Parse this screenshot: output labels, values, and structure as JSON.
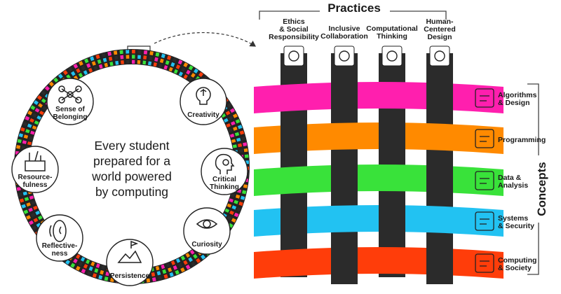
{
  "center_text": [
    "Every student",
    "prepared for a",
    "world powered",
    "by computing"
  ],
  "dispositions": [
    {
      "lines": [
        "Sense of",
        "Belonging"
      ],
      "icon": "network-people-icon"
    },
    {
      "lines": [
        "Creativity"
      ],
      "icon": "brain-bulb-icon"
    },
    {
      "lines": [
        "Critical",
        "Thinking"
      ],
      "icon": "head-gears-icon"
    },
    {
      "lines": [
        "Curiosity"
      ],
      "icon": "eye-icon"
    },
    {
      "lines": [
        "Persistence"
      ],
      "icon": "mountain-flag-icon"
    },
    {
      "lines": [
        "Reflective-",
        "ness"
      ],
      "icon": "mirror-face-icon"
    },
    {
      "lines": [
        "Resource-",
        "fulness"
      ],
      "icon": "toolbox-icon"
    }
  ],
  "practices_title": "Practices",
  "concepts_title": "Concepts",
  "practices": [
    {
      "lines": [
        "Ethics",
        "& Social",
        "Responsibility"
      ],
      "icon": "hand-heart-icon"
    },
    {
      "lines": [
        "Inclusive",
        "Collaboration"
      ],
      "icon": "handshake-icon"
    },
    {
      "lines": [
        "Computational",
        "Thinking"
      ],
      "icon": "head-circuit-icon"
    },
    {
      "lines": [
        "Human-",
        "Centered",
        "Design"
      ],
      "icon": "monitor-design-icon"
    }
  ],
  "concepts": [
    {
      "lines": [
        "Algorithms",
        "& Design"
      ],
      "color": "#ff1fae",
      "icon": "flowchart-icon"
    },
    {
      "lines": [
        "Programming"
      ],
      "color": "#ff8a00",
      "icon": "code-screen-icon"
    },
    {
      "lines": [
        "Data &",
        "Analysis"
      ],
      "color": "#39e23a",
      "icon": "data-chart-icon"
    },
    {
      "lines": [
        "Systems",
        "& Security"
      ],
      "color": "#22c2f2",
      "icon": "chip-shield-icon"
    },
    {
      "lines": [
        "Computing",
        "& Society"
      ],
      "color": "#ff3d0a",
      "icon": "globe-people-icon"
    }
  ],
  "colors": {
    "practice_strip": "#2b2b2b",
    "ring_palette": [
      "#ff1fae",
      "#ff8a00",
      "#39e23a",
      "#22c2f2",
      "#ff3d0a",
      "#2b2b2b"
    ]
  }
}
